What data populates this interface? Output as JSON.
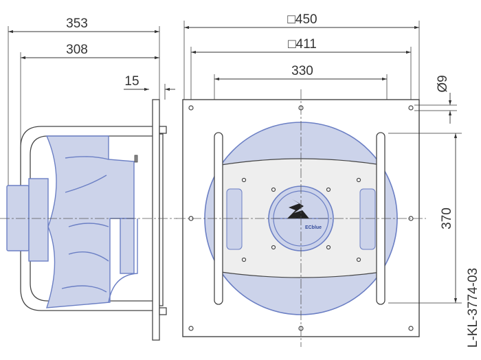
{
  "dimensions": {
    "overall_depth": "353",
    "depth_to_plate": "308",
    "plate_offset": "15",
    "plate_square": "□450",
    "hole_square": "□411",
    "slot_spacing": "330",
    "hole_diameter": "Ø9",
    "slot_length": "370"
  },
  "drawing_number": "L-KL-3774-03",
  "logo_text": "ECblue",
  "colors": {
    "fill": "#ccd3ea",
    "stroke": "#6b7fc4",
    "line": "#444444"
  }
}
